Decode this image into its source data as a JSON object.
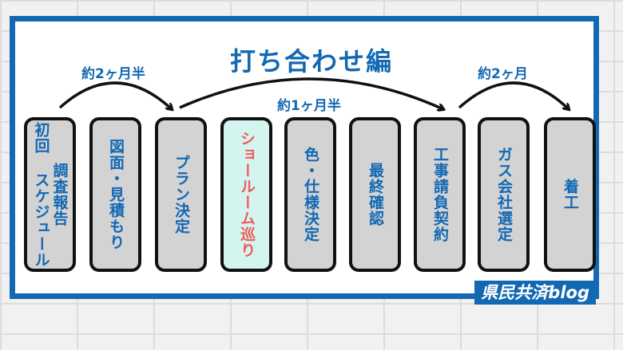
{
  "title": "打ち合わせ編",
  "durations": {
    "d1": "約2ヶ月半",
    "d2": "約1ヶ月半",
    "d3": "約2ヶ月"
  },
  "steps": [
    {
      "line1": "調査報告",
      "line2": "初回 スケジュール"
    },
    {
      "line1": "図面・見積もり"
    },
    {
      "line1": "プラン決定"
    },
    {
      "line1": "ショールーム巡り"
    },
    {
      "line1": "色・仕様決定"
    },
    {
      "line1": "最終確認"
    },
    {
      "line1": "工事請負契約"
    },
    {
      "line1": "ガス会社選定"
    },
    {
      "line1": "着工"
    }
  ],
  "brand": "県民共済blog",
  "colors": {
    "accent": "#1268b3",
    "box": "#d3d3d3",
    "highlight_box": "#d4f4ef",
    "highlight_text": "#ef5b5b"
  }
}
